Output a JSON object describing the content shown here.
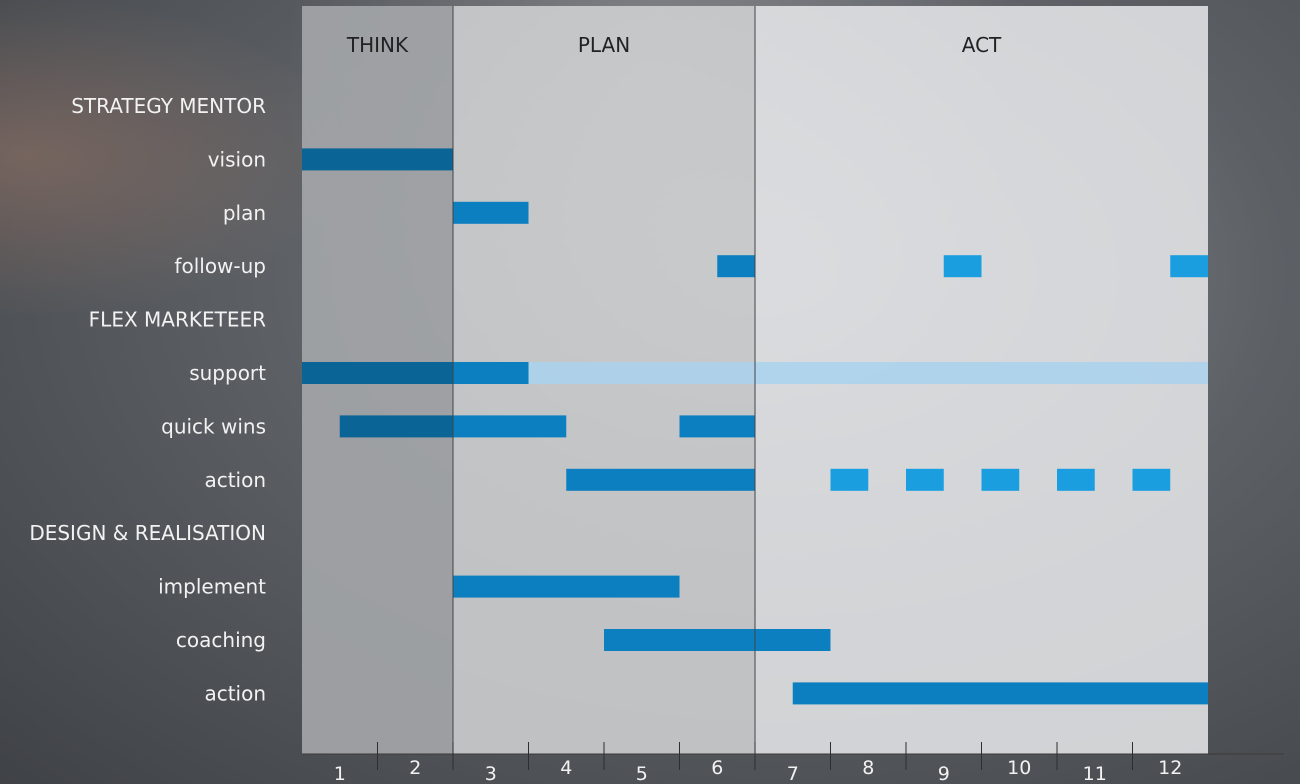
{
  "chart_data": {
    "type": "gantt",
    "phases": [
      {
        "name": "THINK",
        "start": 1,
        "end": 2
      },
      {
        "name": "PLAN",
        "start": 3,
        "end": 6
      },
      {
        "name": "ACT",
        "start": 7,
        "end": 12
      }
    ],
    "months": [
      "1",
      "2",
      "3",
      "4",
      "5",
      "6",
      "7",
      "8",
      "9",
      "10",
      "11",
      "12"
    ],
    "rows": [
      {
        "label": "STRATEGY MENTOR",
        "header": true,
        "bars": []
      },
      {
        "label": "vision",
        "bars": [
          {
            "start": 0,
            "end": 2
          }
        ]
      },
      {
        "label": "plan",
        "bars": [
          {
            "start": 2,
            "end": 3
          }
        ]
      },
      {
        "label": "follow-up",
        "bars": [
          {
            "start": 5.5,
            "end": 6
          },
          {
            "start": 8.5,
            "end": 9
          },
          {
            "start": 11.5,
            "end": 12
          }
        ]
      },
      {
        "label": "FLEX MARKETEER",
        "header": true,
        "bars": []
      },
      {
        "label": "support",
        "bars": [
          {
            "start": 0,
            "end": 3
          },
          {
            "start": 3,
            "end": 12,
            "style": "faded"
          }
        ]
      },
      {
        "label": "quick wins",
        "bars": [
          {
            "start": 0.5,
            "end": 3.5
          },
          {
            "start": 5,
            "end": 6
          }
        ]
      },
      {
        "label": "action",
        "bars": [
          {
            "start": 3.5,
            "end": 6
          },
          {
            "start": 7,
            "end": 7.5
          },
          {
            "start": 8,
            "end": 8.5
          },
          {
            "start": 9,
            "end": 9.5
          },
          {
            "start": 10,
            "end": 10.5
          },
          {
            "start": 11,
            "end": 11.5
          }
        ]
      },
      {
        "label": "DESIGN & REALISATION",
        "header": true,
        "bars": []
      },
      {
        "label": "implement",
        "bars": [
          {
            "start": 2,
            "end": 5
          }
        ]
      },
      {
        "label": "coaching",
        "bars": [
          {
            "start": 4,
            "end": 7
          }
        ]
      },
      {
        "label": "action",
        "bars": [
          {
            "start": 6.5,
            "end": 12
          }
        ]
      }
    ],
    "colors": {
      "bar": "#0c7fc0",
      "bar_dark": "#0a6496",
      "bar_light": "#1a9ee0",
      "bar_faded": "#a9d2ef",
      "think_bg": "#a3a5a8",
      "plan_bg": "#cfd0d2",
      "act_bg": "#e4e5e7",
      "label_text": "#f2f2f2",
      "phase_text": "#222222"
    }
  }
}
